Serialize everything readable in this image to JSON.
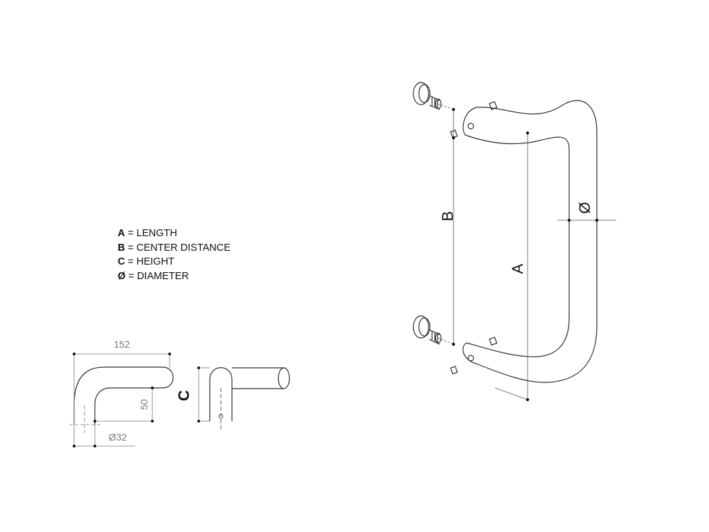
{
  "legend": [
    {
      "key": "A",
      "sep": " = ",
      "text": "LENGTH"
    },
    {
      "key": "B",
      "sep": " = ",
      "text": "CENTER DISTANCE"
    },
    {
      "key": "C",
      "sep": " = ",
      "text": "HEIGHT"
    },
    {
      "key": "Ø",
      "sep": " = ",
      "text": "DIAMETER"
    }
  ],
  "iso_labels": {
    "a": "A",
    "b": "B",
    "diameter": "Ø"
  },
  "side_view": {
    "length": "152",
    "height": "50",
    "diameter": "Ø32"
  },
  "section_label": "C",
  "colors": {
    "line": "#2a2a2a",
    "dim": "#777777",
    "text": "#111111"
  }
}
